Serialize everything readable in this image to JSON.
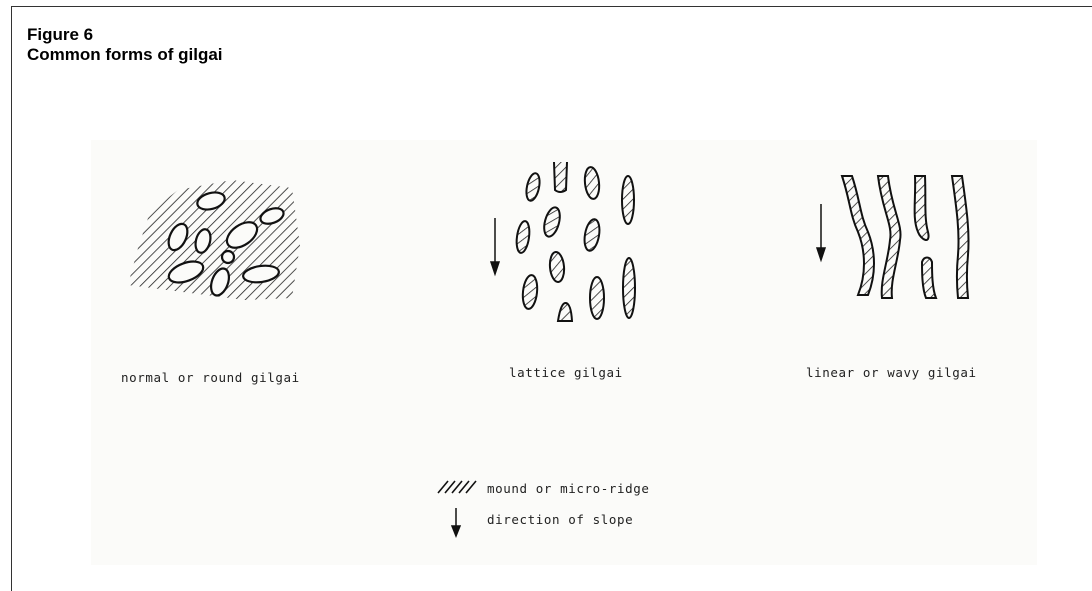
{
  "figure": {
    "number": "Figure 6",
    "title": "Common forms of gilgai"
  },
  "diagrams": [
    {
      "key": "round",
      "caption": "normal or round gilgai"
    },
    {
      "key": "lattice",
      "caption": "lattice gilgai"
    },
    {
      "key": "linear",
      "caption": "linear or wavy gilgai"
    }
  ],
  "legend": {
    "hatch_label": "mound or micro-ridge",
    "arrow_label": "direction of slope"
  }
}
